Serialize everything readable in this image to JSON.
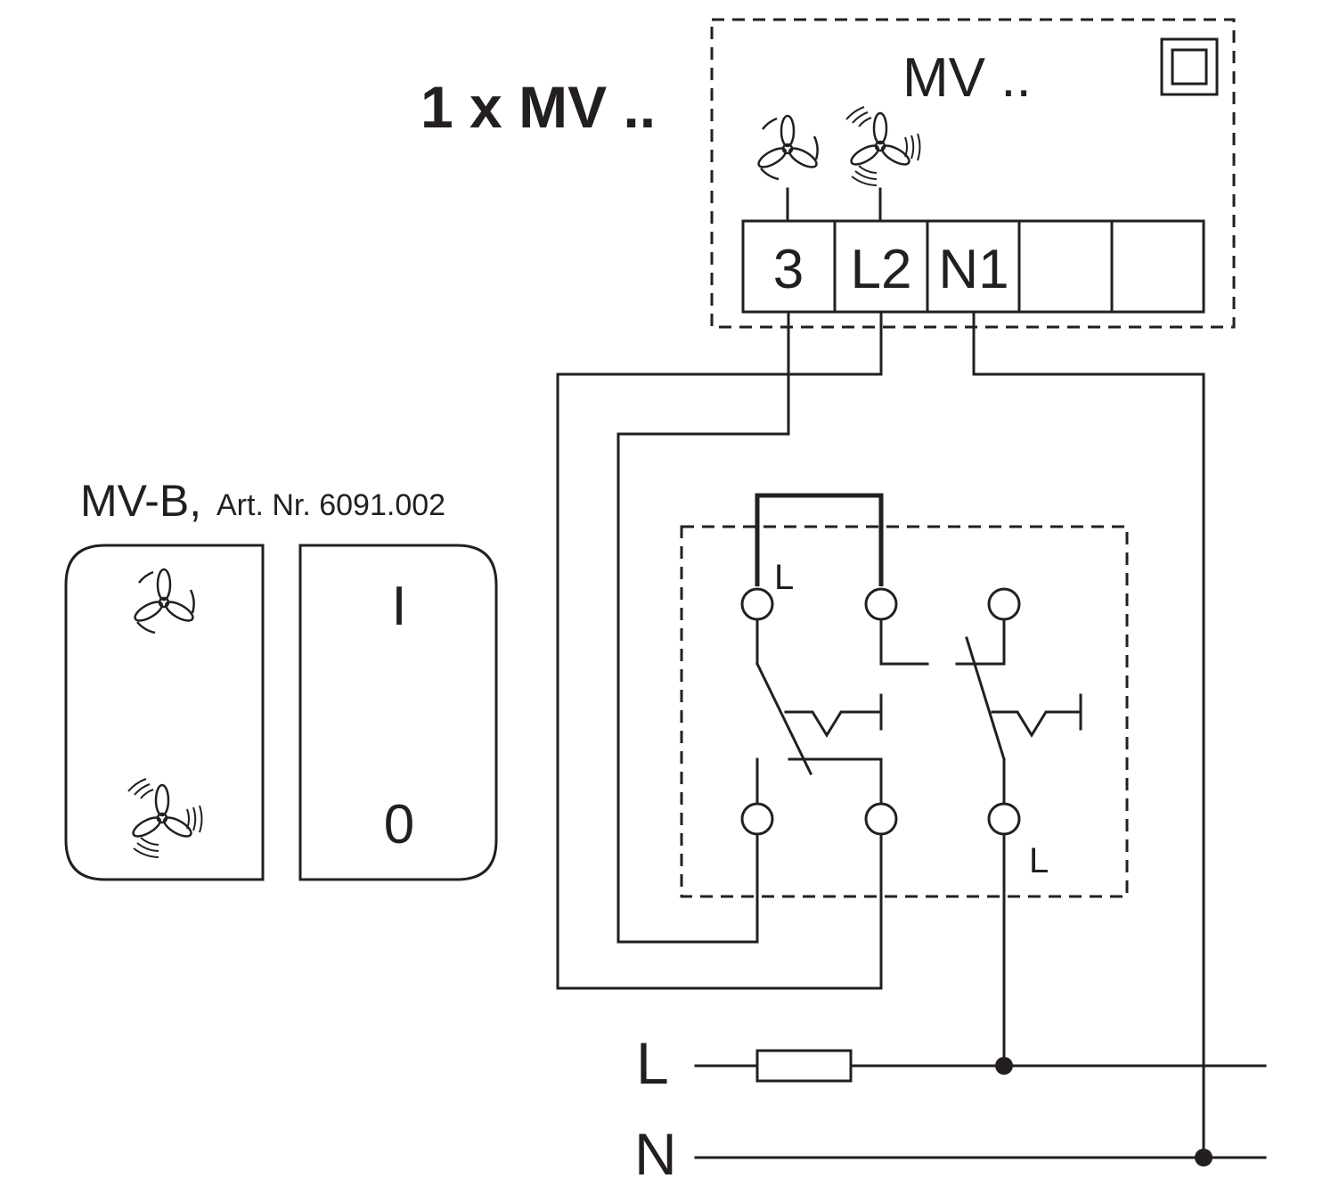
{
  "title": "1 x MV ..",
  "unit": {
    "label": "MV ..",
    "terminals": [
      "3",
      "L2",
      "N1",
      "",
      ""
    ]
  },
  "switch": {
    "name": "MV-B,",
    "article": "Art. Nr. 6091.002",
    "rocker_top": "I",
    "rocker_bottom": "0",
    "label_l_top": "L",
    "label_l_bottom": "L"
  },
  "supply": {
    "line": "L",
    "neutral": "N"
  },
  "icons": [
    "fan-icon",
    "fan-turbo-icon",
    "double-insulation-icon",
    "fuse-icon"
  ],
  "colors": {
    "ink": "#231f20",
    "background": "#ffffff"
  }
}
